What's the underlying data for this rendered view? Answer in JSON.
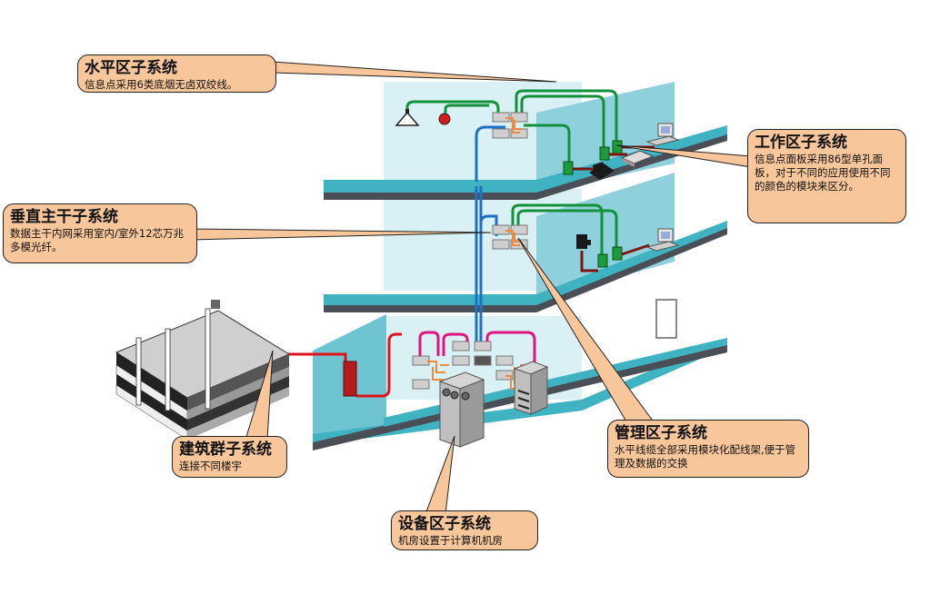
{
  "callouts": {
    "horizontal": {
      "title": "水平区子系统",
      "desc": "信息点采用6类底烟无卤双绞线。"
    },
    "work_area": {
      "title": "工作区子系统",
      "desc": "信息点面板采用86型单孔面板，对于不同的应用使用不同的颜色的模块来区分。"
    },
    "vertical": {
      "title": "垂直主干子系统",
      "desc": "数据主干内网采用室内/室外12芯万兆多模光纤。"
    },
    "building_group": {
      "title": "建筑群子系统",
      "desc": "连接不同楼宇"
    },
    "equipment": {
      "title": "设备区子系统",
      "desc": "机房设置于计算机机房"
    },
    "management": {
      "title": "管理区子系统",
      "desc": "水平线缆全部采用模块化配线架,便于管理及数据的交换"
    }
  },
  "colors": {
    "floor_top": "#3fb3c2",
    "floor_edge": "#4a4f57",
    "wall": "#d9f0f4",
    "partition": "#8ed1dc",
    "callout_fill": "#f8c69b",
    "horizontal_cable": "#13913a",
    "backbone": "#1e72c4",
    "campus_cable": "#e0121b",
    "patch_cable": "#e0157e",
    "mgmt_orange": "#f08a3c",
    "outlet_red": "#7d1414"
  },
  "icons": [
    "ceiling-speaker-icon",
    "alarm-bell-icon",
    "patch-panel-icon",
    "computer-icon",
    "telephone-icon",
    "fax-icon",
    "server-icon",
    "building-icon",
    "door-icon"
  ]
}
